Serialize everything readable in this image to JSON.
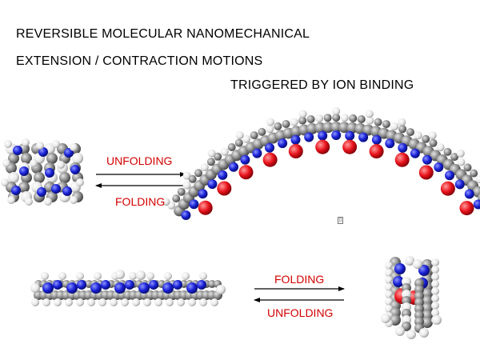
{
  "title": {
    "line1": "REVERSIBLE  MOLECULAR  NANOMECHANICAL",
    "line2": "EXTENSION / CONTRACTION  MOTIONS",
    "line3": "TRIGGERED  BY  ION  BINDING"
  },
  "reactions": {
    "top": {
      "forward": "UNFOLDING",
      "reverse": "FOLDING"
    },
    "bottom": {
      "forward": "FOLDING",
      "reverse": "UNFOLDING"
    }
  },
  "colors": {
    "carbon": "#8c8c8c",
    "nitrogen": "#1a22d6",
    "hydrogen": "#f2f2f2",
    "ion": "#e8121b",
    "label": "#d40000"
  }
}
